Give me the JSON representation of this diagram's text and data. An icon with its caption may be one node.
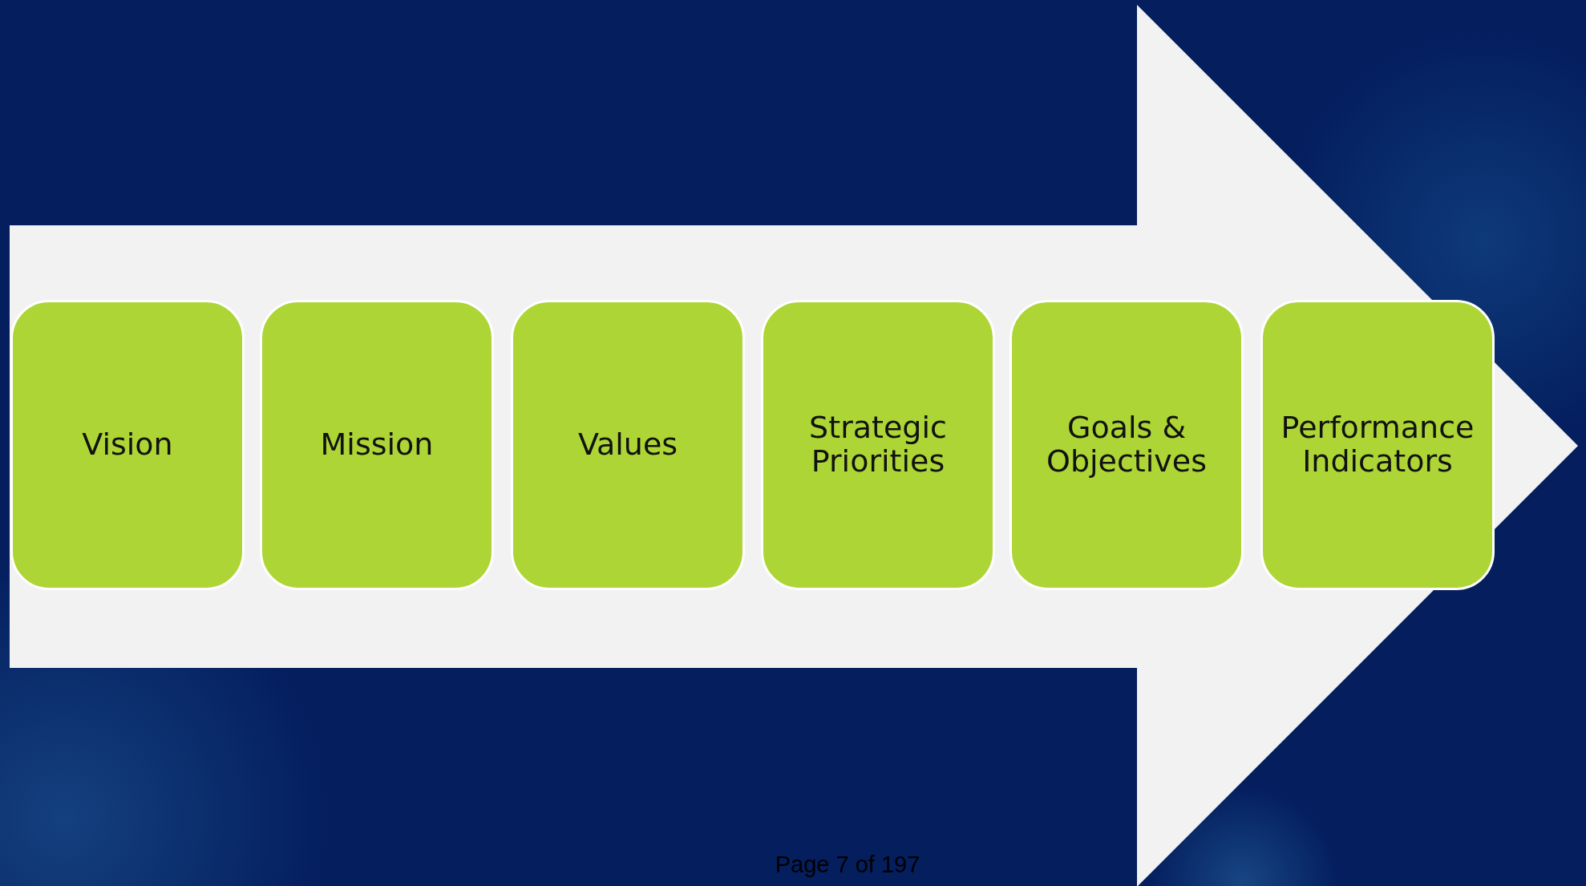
{
  "diagram": {
    "nodes": [
      {
        "text": [
          "Vision"
        ]
      },
      {
        "text": [
          "Mission"
        ]
      },
      {
        "text": [
          "Values"
        ]
      },
      {
        "text": [
          "Strategic Priorities"
        ]
      },
      {
        "text": [
          "Goals & Objectives"
        ]
      },
      {
        "text": [
          "Performance Indicators"
        ]
      }
    ],
    "labels": [
      "Page 7 of 197"
    ]
  }
}
